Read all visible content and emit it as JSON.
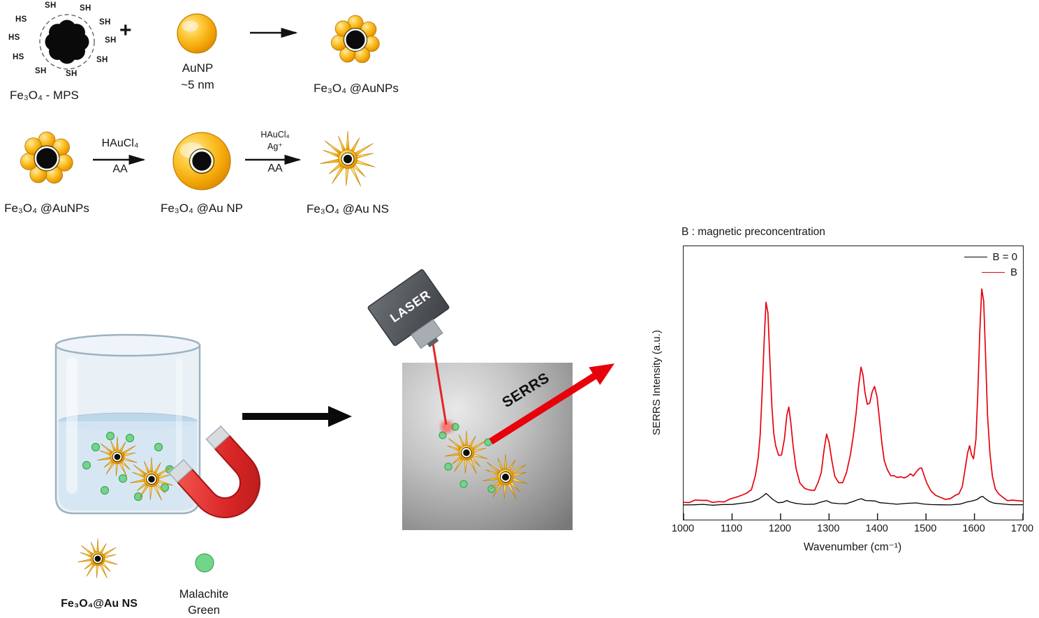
{
  "figure": {
    "synthesis": {
      "row1": {
        "mps": {
          "label": "Fe₃O₄ - MPS",
          "thiols": [
            "SH",
            "SH",
            "SH",
            "SH",
            "SH",
            "SH",
            "SH",
            "HS",
            "HS",
            "HS"
          ]
        },
        "plus": "+",
        "aunp": {
          "label": "AuNP",
          "size": "~5 nm"
        },
        "product": {
          "label": "Fe₃O₄ @AuNPs"
        }
      },
      "row2": {
        "start": {
          "label": "Fe₃O₄ @AuNPs"
        },
        "step1": {
          "above": "HAuCl₄",
          "below": "AA"
        },
        "mid": {
          "label": "Fe₃O₄ @Au NP"
        },
        "step2": {
          "above1": "HAuCl₄",
          "above2": "Ag⁺",
          "below": "AA"
        },
        "product": {
          "label": "Fe₃O₄ @Au NS"
        }
      }
    },
    "experiment": {
      "laser_label": "LASER",
      "serrs_label": "SERRS",
      "legend": {
        "nanostar_label": "Fe₃O₄@Au NS",
        "dye_line1": "Malachite",
        "dye_line2": "Green"
      }
    }
  },
  "colors": {
    "gold": "#f5a90a",
    "dye_green": "#72d58a",
    "magnet_red": "#d62828",
    "laser_beam_red": "#e51b1b",
    "serrs_arrow_red": "#e8000b"
  },
  "chart_data": {
    "type": "line",
    "title": "B : magnetic preconcentration",
    "xlabel": "Wavenumber (cm⁻¹)",
    "ylabel": "SERRS Intensity (a.u.)",
    "xlim": [
      1000,
      1700
    ],
    "x_ticks": [
      1000,
      1100,
      1200,
      1300,
      1400,
      1500,
      1600,
      1700
    ],
    "grid": false,
    "legend_position": "top-right",
    "legend": [
      {
        "name": "B = 0",
        "color": "#000000"
      },
      {
        "name": "B",
        "color": "#e8000b"
      }
    ],
    "series": [
      {
        "name": "B = 0",
        "color": "#000000",
        "points": [
          [
            1000,
            0.035
          ],
          [
            1020,
            0.033
          ],
          [
            1040,
            0.036
          ],
          [
            1060,
            0.033
          ],
          [
            1080,
            0.035
          ],
          [
            1100,
            0.036
          ],
          [
            1120,
            0.04
          ],
          [
            1140,
            0.048
          ],
          [
            1155,
            0.058
          ],
          [
            1165,
            0.075
          ],
          [
            1170,
            0.085
          ],
          [
            1175,
            0.075
          ],
          [
            1185,
            0.055
          ],
          [
            1195,
            0.044
          ],
          [
            1205,
            0.045
          ],
          [
            1213,
            0.052
          ],
          [
            1220,
            0.046
          ],
          [
            1232,
            0.04
          ],
          [
            1250,
            0.036
          ],
          [
            1270,
            0.038
          ],
          [
            1285,
            0.046
          ],
          [
            1295,
            0.052
          ],
          [
            1305,
            0.044
          ],
          [
            1320,
            0.038
          ],
          [
            1335,
            0.04
          ],
          [
            1350,
            0.048
          ],
          [
            1360,
            0.057
          ],
          [
            1367,
            0.06
          ],
          [
            1375,
            0.053
          ],
          [
            1385,
            0.052
          ],
          [
            1395,
            0.05
          ],
          [
            1405,
            0.044
          ],
          [
            1420,
            0.04
          ],
          [
            1440,
            0.038
          ],
          [
            1460,
            0.04
          ],
          [
            1480,
            0.042
          ],
          [
            1495,
            0.038
          ],
          [
            1510,
            0.035
          ],
          [
            1530,
            0.034
          ],
          [
            1550,
            0.034
          ],
          [
            1570,
            0.038
          ],
          [
            1585,
            0.046
          ],
          [
            1595,
            0.05
          ],
          [
            1605,
            0.058
          ],
          [
            1612,
            0.068
          ],
          [
            1617,
            0.072
          ],
          [
            1622,
            0.062
          ],
          [
            1630,
            0.05
          ],
          [
            1640,
            0.042
          ],
          [
            1655,
            0.038
          ],
          [
            1675,
            0.035
          ],
          [
            1700,
            0.034
          ]
        ]
      },
      {
        "name": "B",
        "color": "#e8000b",
        "points": [
          [
            1000,
            0.05
          ],
          [
            1012,
            0.046
          ],
          [
            1024,
            0.052
          ],
          [
            1036,
            0.048
          ],
          [
            1048,
            0.051
          ],
          [
            1060,
            0.047
          ],
          [
            1072,
            0.053
          ],
          [
            1084,
            0.05
          ],
          [
            1096,
            0.058
          ],
          [
            1108,
            0.062
          ],
          [
            1120,
            0.072
          ],
          [
            1130,
            0.085
          ],
          [
            1140,
            0.105
          ],
          [
            1148,
            0.16
          ],
          [
            1154,
            0.24
          ],
          [
            1158,
            0.34
          ],
          [
            1162,
            0.52
          ],
          [
            1166,
            0.74
          ],
          [
            1170,
            0.92
          ],
          [
            1174,
            0.87
          ],
          [
            1178,
            0.66
          ],
          [
            1182,
            0.47
          ],
          [
            1186,
            0.35
          ],
          [
            1190,
            0.29
          ],
          [
            1196,
            0.25
          ],
          [
            1202,
            0.25
          ],
          [
            1208,
            0.32
          ],
          [
            1213,
            0.42
          ],
          [
            1217,
            0.46
          ],
          [
            1221,
            0.4
          ],
          [
            1226,
            0.29
          ],
          [
            1232,
            0.19
          ],
          [
            1240,
            0.13
          ],
          [
            1250,
            0.105
          ],
          [
            1260,
            0.095
          ],
          [
            1270,
            0.1
          ],
          [
            1278,
            0.13
          ],
          [
            1284,
            0.18
          ],
          [
            1290,
            0.27
          ],
          [
            1295,
            0.34
          ],
          [
            1300,
            0.31
          ],
          [
            1306,
            0.22
          ],
          [
            1312,
            0.16
          ],
          [
            1320,
            0.125
          ],
          [
            1328,
            0.13
          ],
          [
            1336,
            0.17
          ],
          [
            1344,
            0.25
          ],
          [
            1350,
            0.33
          ],
          [
            1356,
            0.44
          ],
          [
            1361,
            0.55
          ],
          [
            1366,
            0.63
          ],
          [
            1370,
            0.6
          ],
          [
            1374,
            0.52
          ],
          [
            1379,
            0.47
          ],
          [
            1384,
            0.48
          ],
          [
            1389,
            0.53
          ],
          [
            1394,
            0.55
          ],
          [
            1399,
            0.5
          ],
          [
            1404,
            0.4
          ],
          [
            1409,
            0.3
          ],
          [
            1414,
            0.23
          ],
          [
            1420,
            0.185
          ],
          [
            1427,
            0.16
          ],
          [
            1434,
            0.155
          ],
          [
            1441,
            0.15
          ],
          [
            1448,
            0.155
          ],
          [
            1455,
            0.145
          ],
          [
            1462,
            0.155
          ],
          [
            1468,
            0.17
          ],
          [
            1474,
            0.16
          ],
          [
            1480,
            0.175
          ],
          [
            1486,
            0.195
          ],
          [
            1491,
            0.2
          ],
          [
            1496,
            0.165
          ],
          [
            1502,
            0.125
          ],
          [
            1510,
            0.095
          ],
          [
            1520,
            0.075
          ],
          [
            1530,
            0.065
          ],
          [
            1540,
            0.06
          ],
          [
            1550,
            0.062
          ],
          [
            1560,
            0.07
          ],
          [
            1568,
            0.085
          ],
          [
            1575,
            0.12
          ],
          [
            1581,
            0.19
          ],
          [
            1586,
            0.26
          ],
          [
            1590,
            0.285
          ],
          [
            1594,
            0.25
          ],
          [
            1598,
            0.235
          ],
          [
            1603,
            0.32
          ],
          [
            1607,
            0.52
          ],
          [
            1611,
            0.78
          ],
          [
            1615,
            0.97
          ],
          [
            1619,
            0.92
          ],
          [
            1623,
            0.68
          ],
          [
            1627,
            0.42
          ],
          [
            1632,
            0.25
          ],
          [
            1637,
            0.155
          ],
          [
            1643,
            0.105
          ],
          [
            1650,
            0.08
          ],
          [
            1658,
            0.065
          ],
          [
            1668,
            0.058
          ],
          [
            1678,
            0.052
          ],
          [
            1690,
            0.05
          ],
          [
            1700,
            0.048
          ]
        ]
      }
    ]
  }
}
